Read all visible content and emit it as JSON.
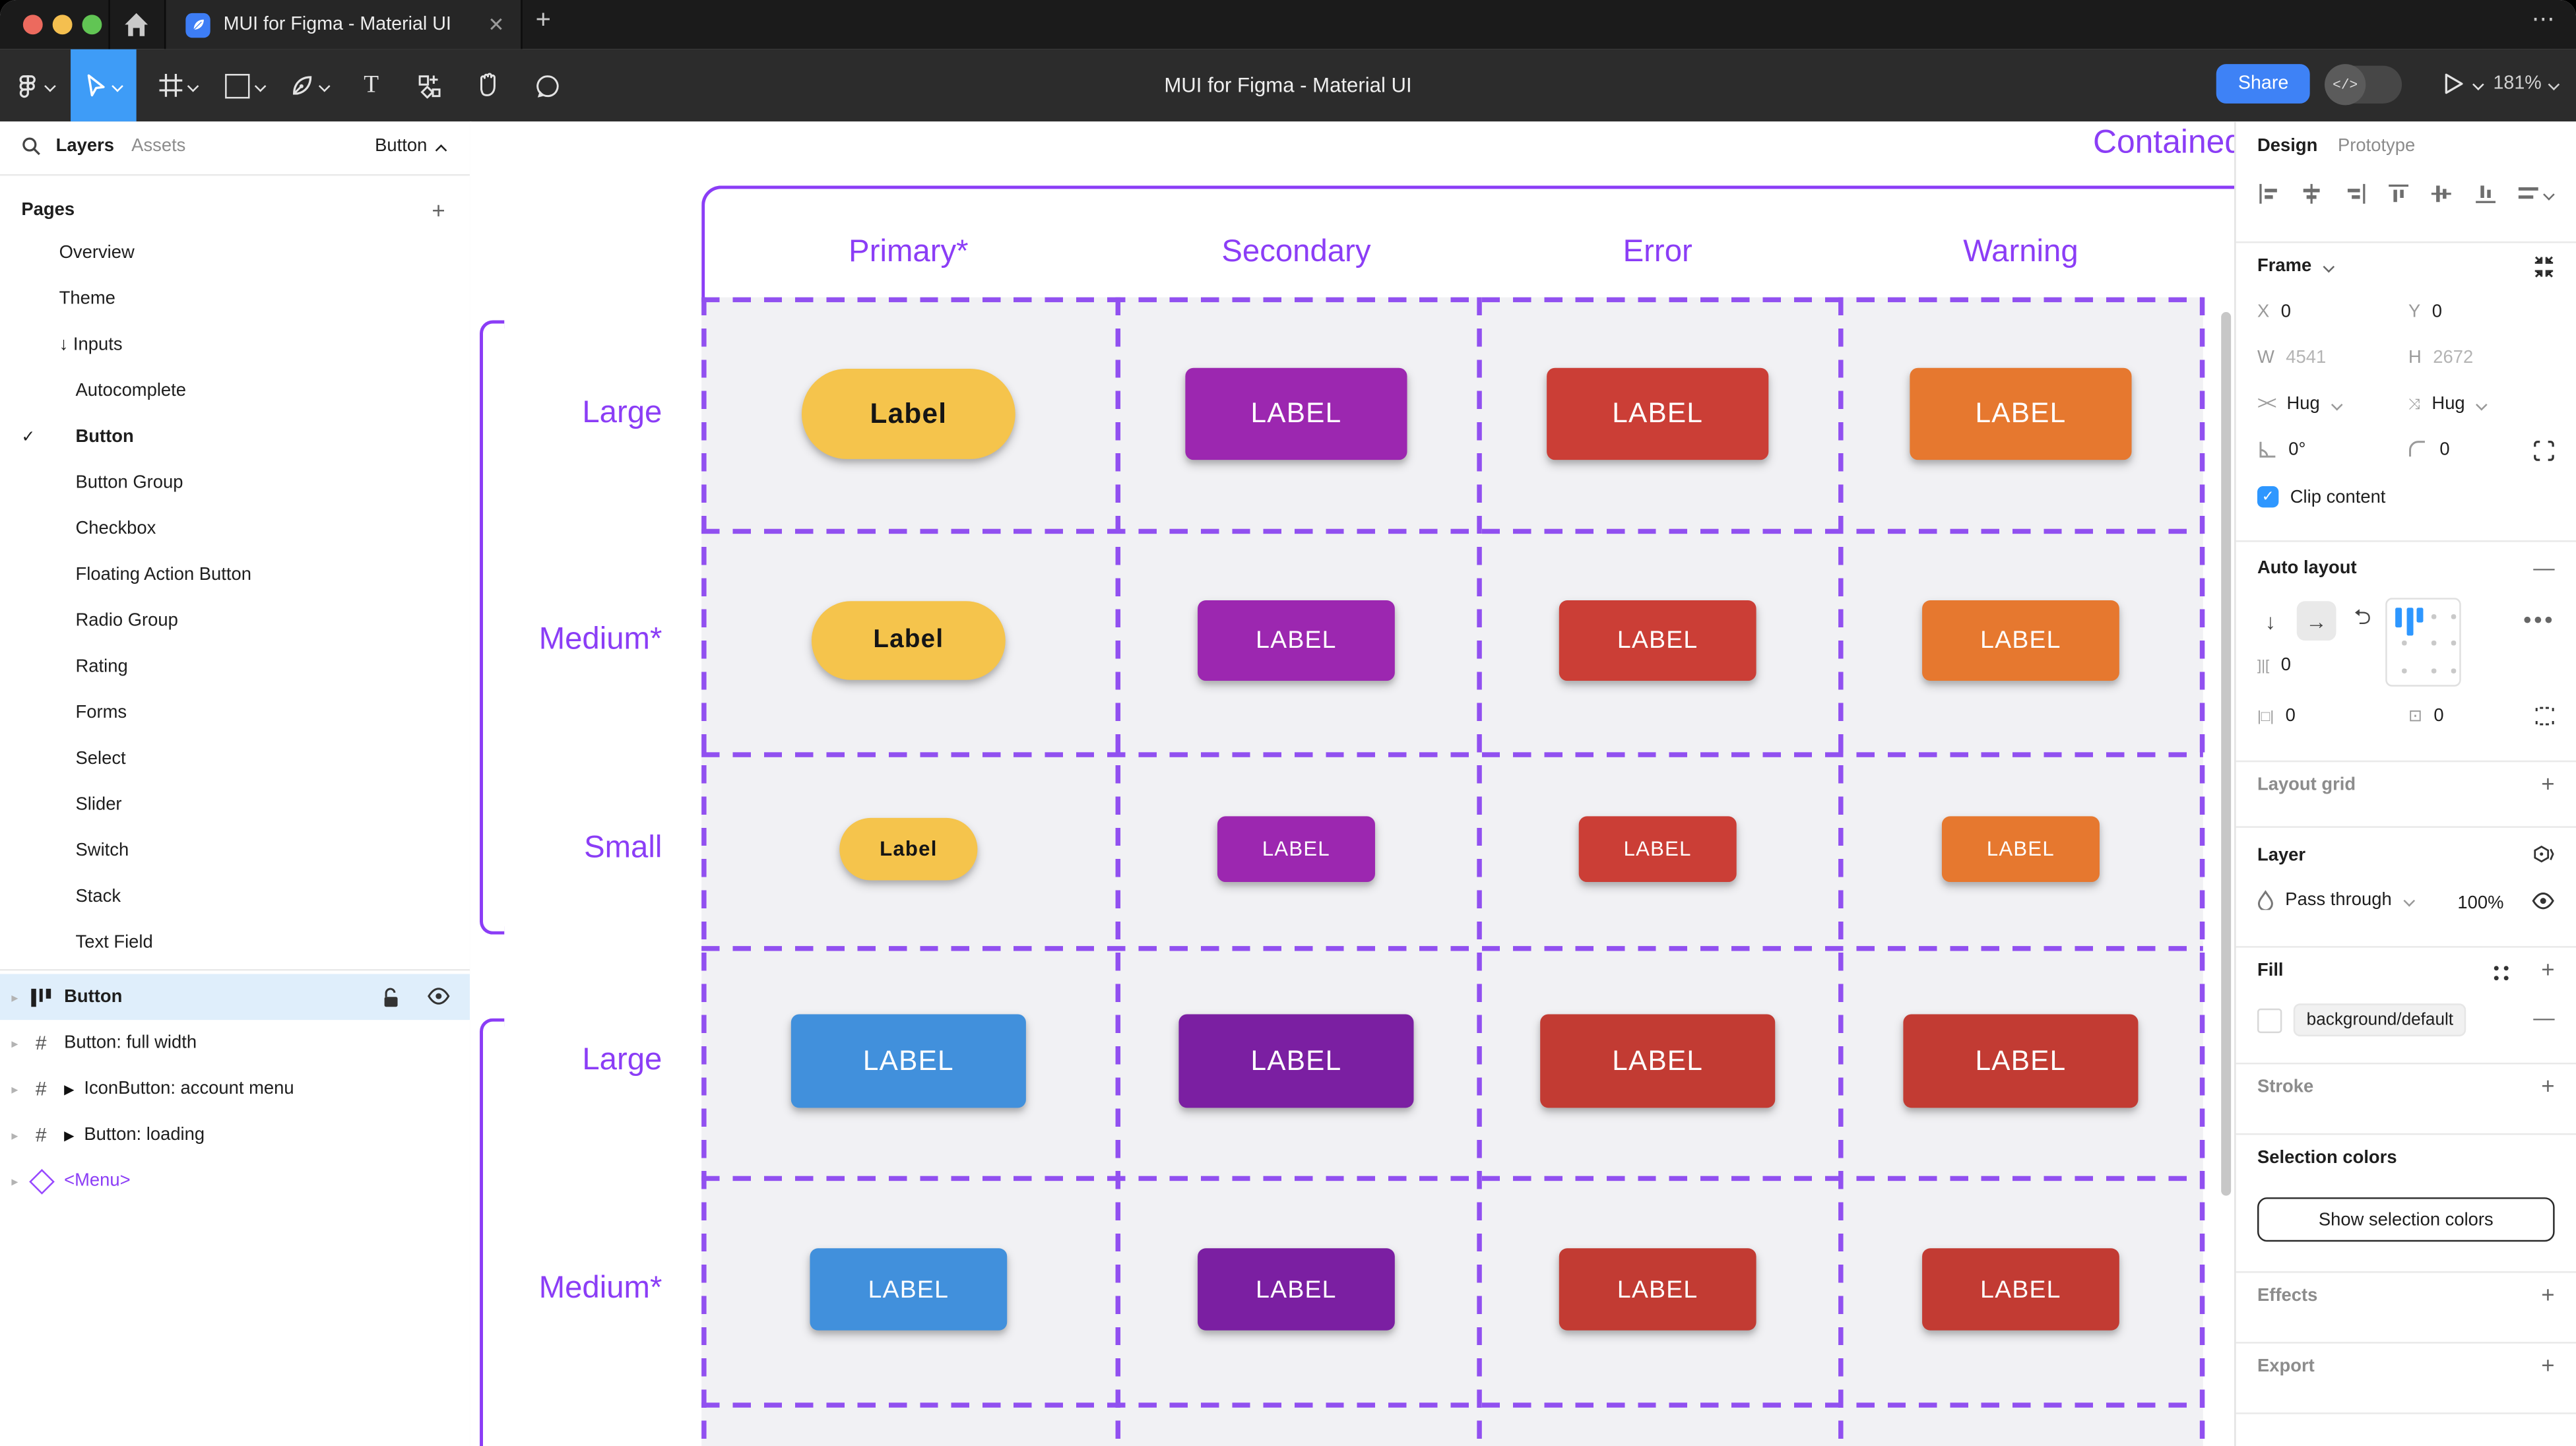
{
  "chrome": {
    "traffic_lights": {
      "close": "#ec6a5e",
      "minimize": "#f4bf4f",
      "zoom": "#61c554"
    },
    "tab": {
      "title": "MUI for Figma - Material UI",
      "close_glyph": "✕",
      "new_tab_glyph": "+",
      "more_glyph": "•••"
    },
    "toolbar": {
      "title": "MUI for Figma - Material UI",
      "share_label": "Share",
      "dev_toggle_glyph": "</>",
      "zoom_level": "181%",
      "tools": [
        "figma-menu",
        "move-tool",
        "frame-tool",
        "shape-tool",
        "pen-tool",
        "text-tool",
        "resources-tool",
        "hand-tool",
        "comment-tool"
      ],
      "selected_tool": "move-tool",
      "selected_tool_color": "#3e9cf7"
    }
  },
  "left_panel": {
    "tabs": {
      "layers": "Layers",
      "assets": "Assets"
    },
    "page_selector": "Button",
    "pages_header": "Pages",
    "add_page_glyph": "+",
    "pages": [
      {
        "label": "Overview",
        "indent": 1
      },
      {
        "label": "Theme",
        "indent": 1
      },
      {
        "label": "Inputs",
        "indent": 1,
        "prefix": "↓"
      },
      {
        "label": "Autocomplete",
        "indent": 2
      },
      {
        "label": "Button",
        "indent": 2,
        "checked": true,
        "bold": true
      },
      {
        "label": "Button Group",
        "indent": 2
      },
      {
        "label": "Checkbox",
        "indent": 2
      },
      {
        "label": "Floating Action Button",
        "indent": 2
      },
      {
        "label": "Radio Group",
        "indent": 2
      },
      {
        "label": "Rating",
        "indent": 2
      },
      {
        "label": "Forms",
        "indent": 2
      },
      {
        "label": "Select",
        "indent": 2
      },
      {
        "label": "Slider",
        "indent": 2
      },
      {
        "label": "Switch",
        "indent": 2
      },
      {
        "label": "Stack",
        "indent": 2
      },
      {
        "label": "Text Field",
        "indent": 2
      }
    ],
    "layers": [
      {
        "label": "Button",
        "icon": "autolayout",
        "selected": true,
        "bold": true
      },
      {
        "label": "Button: full width",
        "icon": "frame"
      },
      {
        "label": "IconButton: account menu",
        "icon": "frame",
        "marker": true
      },
      {
        "label": "Button: loading",
        "icon": "frame",
        "marker": true
      },
      {
        "label": "<Menu>",
        "icon": "diamond",
        "purple": true
      }
    ]
  },
  "canvas": {
    "frame_title": "Contained",
    "accent": "#8b3df6",
    "columns": [
      "Primary*",
      "Secondary",
      "Error",
      "Warning"
    ],
    "row_groups": [
      [
        "Large",
        "Medium*",
        "Small"
      ],
      [
        "Large",
        "Medium*"
      ]
    ],
    "button_styles": {
      "amber": {
        "bg": "#f5c44c",
        "fg": "#151515",
        "weight": 700
      },
      "purple": {
        "bg": "#9c27b0",
        "fg": "#ffffff"
      },
      "red": {
        "bg": "#cb3e36",
        "fg": "#ffffff"
      },
      "orange": {
        "bg": "#e6782f",
        "fg": "#ffffff"
      },
      "blue": {
        "bg": "#4190dc",
        "fg": "#ffffff"
      },
      "deep_purple": {
        "bg": "#7b1fa2",
        "fg": "#ffffff"
      },
      "dark_red": {
        "bg": "#c23b33",
        "fg": "#ffffff"
      }
    },
    "rows": [
      {
        "label": "Large",
        "size": "lg",
        "cells": [
          {
            "text": "Label",
            "style": "amber",
            "shape": "pill"
          },
          {
            "text": "LABEL",
            "style": "purple"
          },
          {
            "text": "LABEL",
            "style": "red"
          },
          {
            "text": "LABEL",
            "style": "orange"
          }
        ]
      },
      {
        "label": "Medium*",
        "size": "md",
        "cells": [
          {
            "text": "Label",
            "style": "amber",
            "shape": "pill"
          },
          {
            "text": "LABEL",
            "style": "purple"
          },
          {
            "text": "LABEL",
            "style": "red"
          },
          {
            "text": "LABEL",
            "style": "orange"
          }
        ]
      },
      {
        "label": "Small",
        "size": "sm",
        "cells": [
          {
            "text": "Label",
            "style": "amber",
            "shape": "pill"
          },
          {
            "text": "LABEL",
            "style": "purple"
          },
          {
            "text": "LABEL",
            "style": "red"
          },
          {
            "text": "LABEL",
            "style": "orange"
          }
        ]
      },
      {
        "label": "Large",
        "size": "lg2",
        "cells": [
          {
            "text": "LABEL",
            "style": "blue"
          },
          {
            "text": "LABEL",
            "style": "deep_purple"
          },
          {
            "text": "LABEL",
            "style": "dark_red"
          },
          {
            "text": "LABEL",
            "style": "dark_red"
          }
        ]
      },
      {
        "label": "Medium*",
        "size": "md2",
        "cells": [
          {
            "text": "LABEL",
            "style": "blue"
          },
          {
            "text": "LABEL",
            "style": "deep_purple"
          },
          {
            "text": "LABEL",
            "style": "dark_red"
          },
          {
            "text": "LABEL",
            "style": "dark_red"
          }
        ]
      }
    ]
  },
  "right_panel": {
    "tabs": {
      "design": "Design",
      "prototype": "Prototype"
    },
    "frame": {
      "title": "Frame",
      "x_label": "X",
      "x_value": "0",
      "y_label": "Y",
      "y_value": "0",
      "w_label": "W",
      "w_value": "4541",
      "h_label": "H",
      "h_value": "2672",
      "hug_h": "Hug",
      "hug_v": "Hug",
      "rotation": "0°",
      "corner_radius": "0",
      "clip_label": "Clip content",
      "clip_checked": true
    },
    "auto_layout": {
      "title": "Auto layout",
      "gap": "0",
      "padding_h": "0",
      "padding_v": "0",
      "remove_glyph": "—",
      "more_glyph": "•••"
    },
    "layout_grid": {
      "title": "Layout grid",
      "add_glyph": "+"
    },
    "layer": {
      "title": "Layer",
      "blend_mode": "Pass through",
      "opacity": "100%"
    },
    "fill": {
      "title": "Fill",
      "token": "background/default",
      "swatch": "#ffffff",
      "remove_glyph": "—",
      "add_glyph": "+"
    },
    "stroke": {
      "title": "Stroke",
      "add_glyph": "+"
    },
    "selection_colors": {
      "title": "Selection colors",
      "button_label": "Show selection colors"
    },
    "effects": {
      "title": "Effects",
      "add_glyph": "+"
    },
    "export": {
      "title": "Export",
      "add_glyph": "+"
    }
  }
}
